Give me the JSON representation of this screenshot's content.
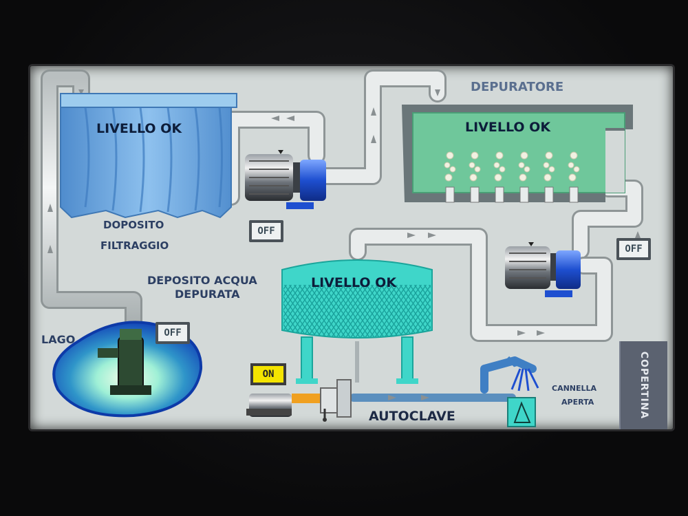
{
  "screen": {
    "labels": {
      "depuratore": "DEPURATORE",
      "doposito": "DOPOSITO",
      "filtraggio": "FILTRAGGIO",
      "deposito_acqua": "DEPOSITO ACQUA",
      "depurata": "DEPURATA",
      "lago": "LAGO",
      "autoclave": "AUTOCLAVE",
      "cannella": "CANNELLA",
      "aperta": "APERTA"
    },
    "levels": {
      "filter_tank": "LIVELLO OK",
      "purifier_tank": "LIVELLO OK",
      "clean_tank": "LIVELLO OK"
    },
    "buttons": {
      "filter_pump": "OFF",
      "purifier_pump": "OFF",
      "lake_pump": "OFF",
      "autoclave": "ON"
    },
    "nav": {
      "copertina": "COPERTINA"
    }
  },
  "colors": {
    "background": "#d3d9d8",
    "label": "#2c3f63",
    "pipe": "#e9ecec",
    "filter_tank": "#6fa6d8",
    "purifier_tank": "#6fc79b",
    "clean_tank": "#3fd6c9",
    "lake": "#1f5fc4",
    "motor_blue": "#1e4fd0",
    "button_on": "#f4e400"
  }
}
